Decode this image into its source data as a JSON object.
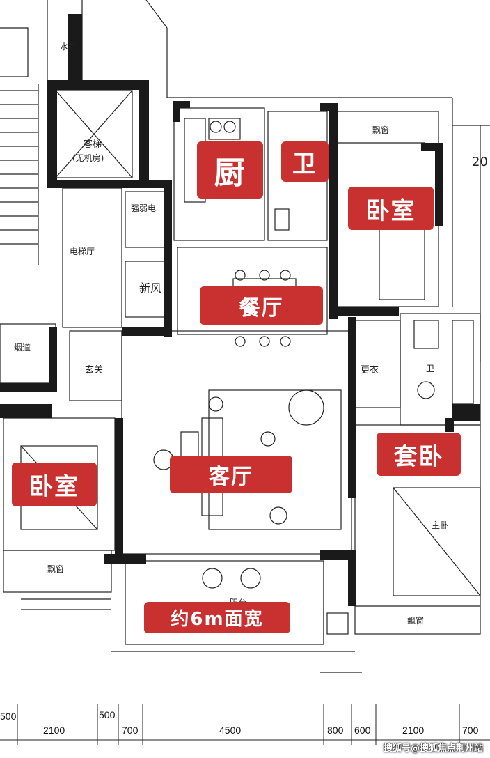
{
  "labels": {
    "kitchen": "厨",
    "bath": "卫",
    "bedroom_ne": "卧室",
    "dining": "餐厅",
    "master": "套卧",
    "living": "客厅",
    "bedroom_w": "卧室",
    "frontage": "约6m面宽"
  },
  "room_text": {
    "elevator": "客梯",
    "elevator_sub": "(无机房)",
    "strong_electric": "强弱电",
    "elevator_hall": "电梯厅",
    "fresh_air": "新风",
    "smoke": "烟道",
    "foyer": "玄关",
    "cloak": "更衣",
    "bay_window_ne": "飘窗",
    "bay_window_w": "飘窗",
    "bay_window_se": "飘窗",
    "master_small": "主卧",
    "bath_small": "卫",
    "balcony": "阳台",
    "dim_200": "20",
    "well": "水井"
  },
  "dimensions": [
    "500",
    "2100",
    "500",
    "700",
    "4500",
    "800",
    "600",
    "2100",
    "700"
  ],
  "watermark": "搜狐号@搜狐焦点荆州站"
}
